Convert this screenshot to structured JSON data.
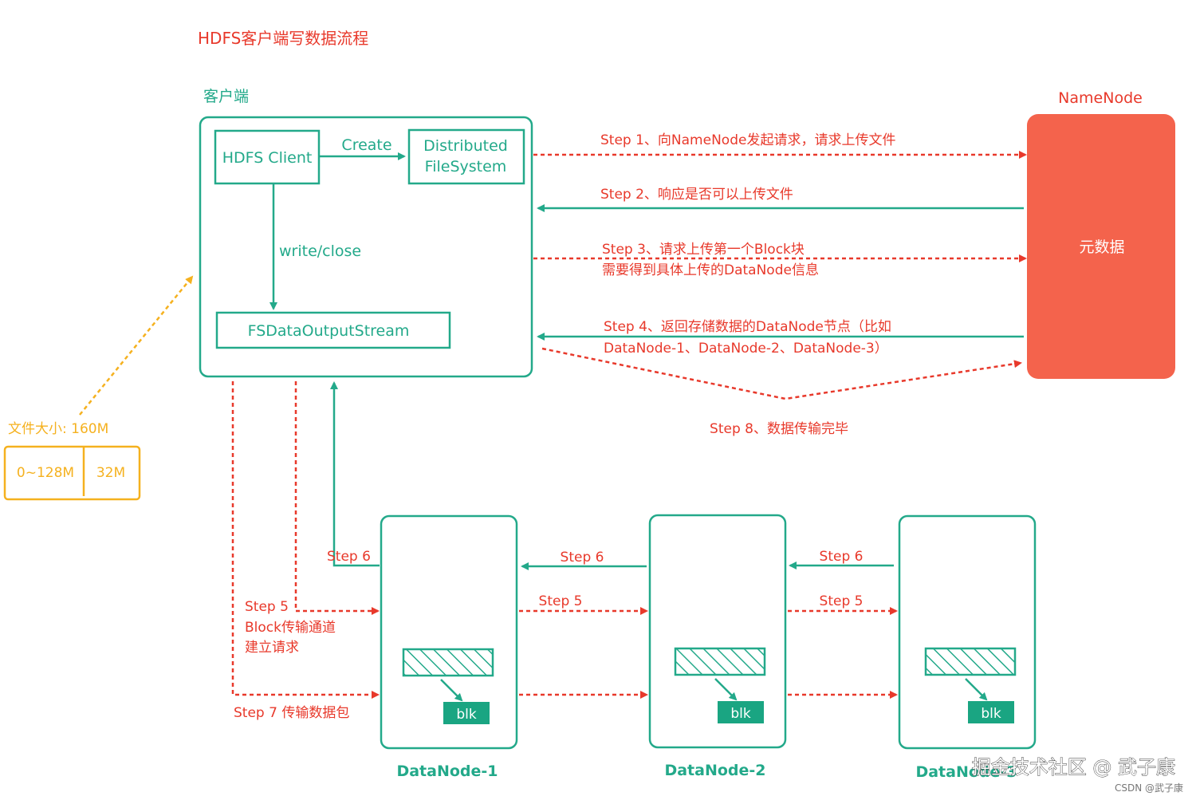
{
  "title": "HDFS客户端写数据流程",
  "client": {
    "label": "客户端",
    "hdfs_client": "HDFS Client",
    "create_label": "Create",
    "dfs_line1": "Distributed",
    "dfs_line2": "FileSystem",
    "write_close_label": "write/close",
    "output_stream": "FSDataOutputStream"
  },
  "namenode": {
    "label": "NameNode",
    "metadata": "元数据"
  },
  "steps": {
    "step1": "Step 1、向NameNode发起请求，请求上传文件",
    "step2": "Step 2、响应是否可以上传文件",
    "step3_line1": "Step 3、请求上传第一个Block块",
    "step3_line2": "需要得到具体上传的DataNode信息",
    "step4_line1": "Step 4、返回存储数据的DataNode节点（比如",
    "step4_line2": "DataNode-1、DataNode-2、DataNode-3）",
    "step8": "Step 8、数据传输完毕",
    "step5_client_line1": "Step 5",
    "step5_client_line2": "Block传输通道",
    "step5_client_line3": "建立请求",
    "step7": "Step 7 传输数据包",
    "step6": "Step 6",
    "step5": "Step 5"
  },
  "file": {
    "label": "文件大小: 160M",
    "part1": "0~128M",
    "part2": "32M"
  },
  "datanodes": [
    {
      "name": "DataNode-1",
      "blk": "blk"
    },
    {
      "name": "DataNode-2",
      "blk": "blk"
    },
    {
      "name": "DataNode-3",
      "blk": "blk"
    }
  ],
  "watermark": {
    "main": "掘金技术社区 @ 武子康",
    "sub": "CSDN @武子康"
  },
  "colors": {
    "teal": "#23a98a",
    "red": "#e8392b",
    "namenode_fill": "#f4634c",
    "orange": "#f5b11f",
    "blk_fill": "#1aa582"
  }
}
